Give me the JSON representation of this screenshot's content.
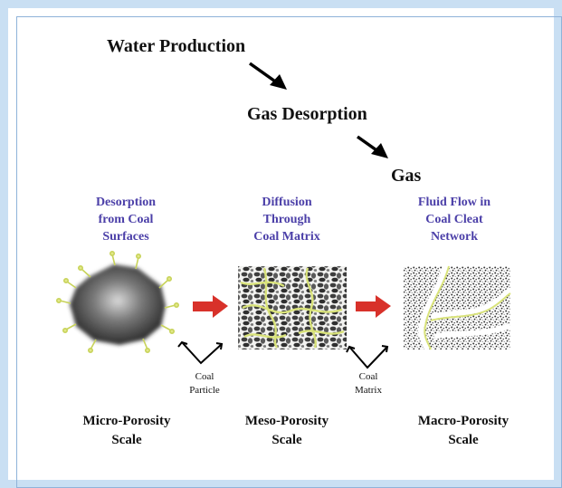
{
  "flow": {
    "water_production": "Water Production",
    "gas_desorption": "Gas Desorption",
    "gas": "Gas"
  },
  "mechanisms": [
    "Desorption\nfrom Coal\nSurfaces",
    "Diffusion\nThrough\nCoal Matrix",
    "Fluid Flow in\nCoal Cleat\nNetwork"
  ],
  "scales": [
    "Micro-Porosity\nScale",
    "Meso-Porosity\nScale",
    "Macro-Porosity\nScale"
  ],
  "pointers": {
    "coal_particle": "Coal\nParticle",
    "coal_matrix": "Coal\nMatrix"
  },
  "colors": {
    "mechanism_text": "#4b3fa8",
    "flow_arrow": "#d8312a",
    "desorbed_gas": "#d9e37a"
  }
}
